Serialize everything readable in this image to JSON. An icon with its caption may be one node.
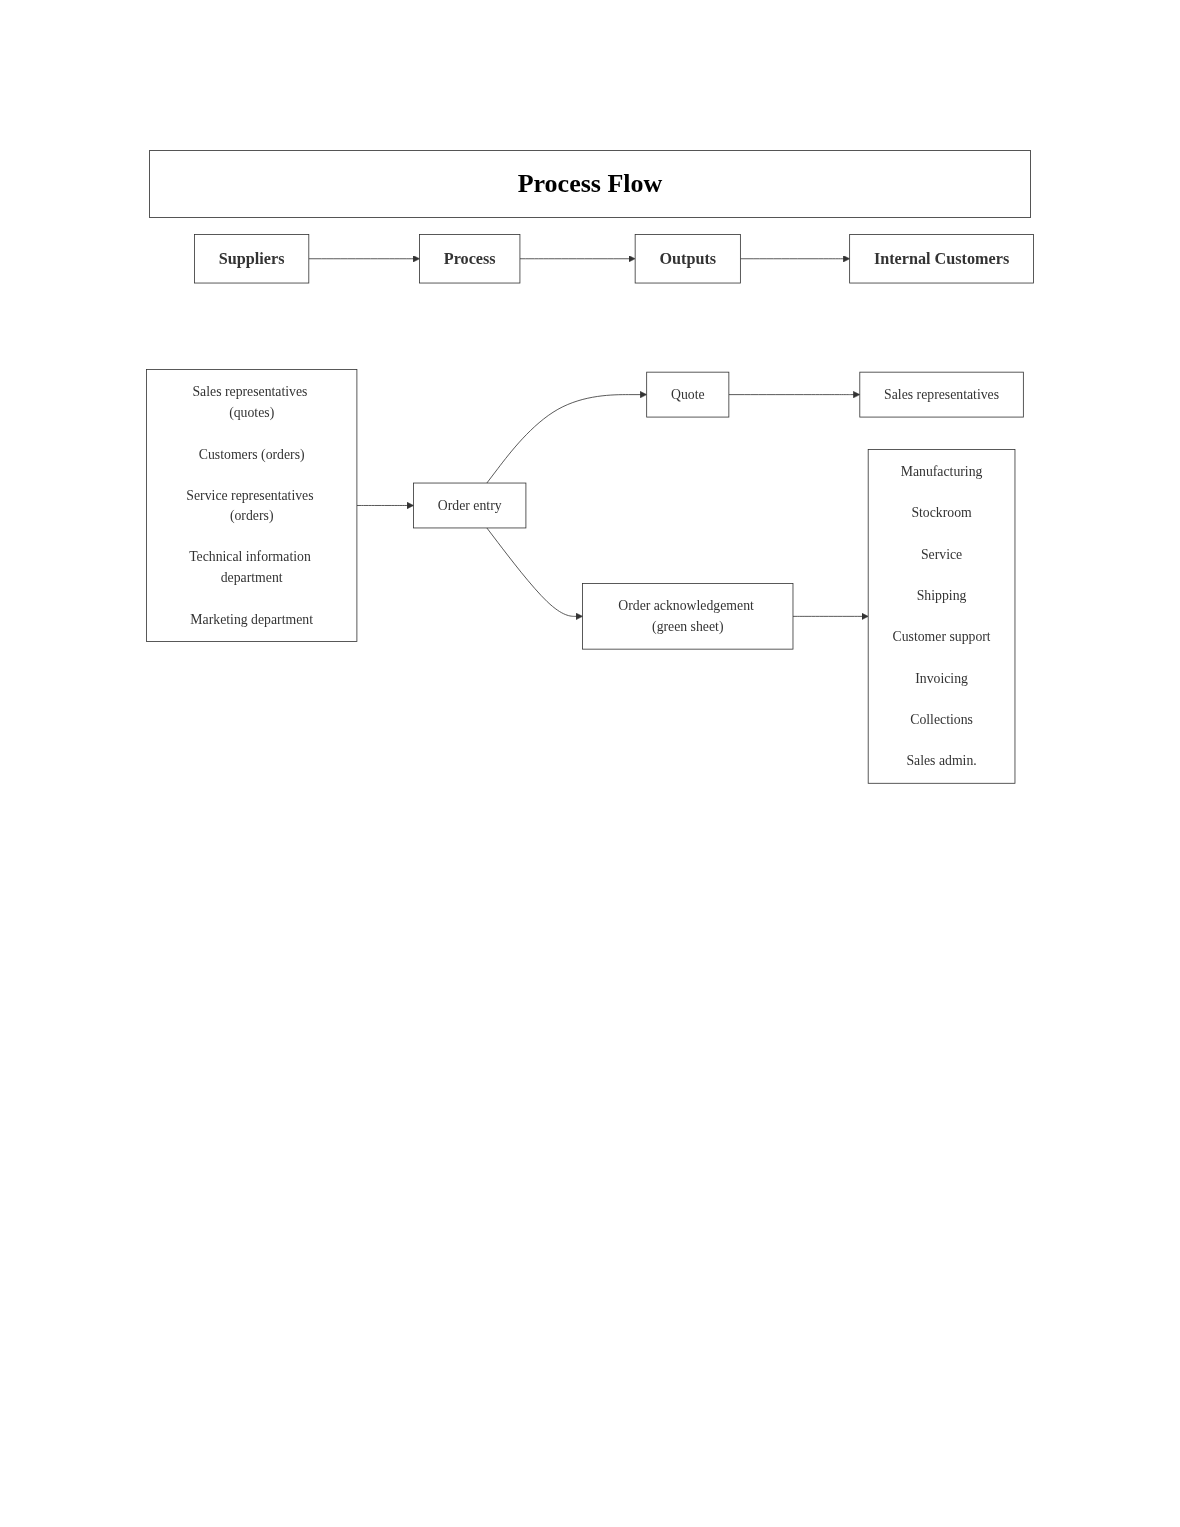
{
  "diagram": {
    "title": "Process Flow",
    "nodes": [
      {
        "text": [
          "Suppliers"
        ]
      },
      {
        "text": [
          "Sales representatives (quotes)",
          "Customers (orders)",
          "Service representatives (orders)",
          "Technical information department",
          "Marketing department"
        ]
      },
      {
        "text": [
          "Process"
        ]
      },
      {
        "text": [
          "Order entry"
        ]
      },
      {
        "text": [
          "Outputs"
        ]
      },
      {
        "text": [
          "Quote"
        ]
      },
      {
        "text": [
          "Order acknowledgement (green sheet)"
        ]
      },
      {
        "text": [
          "Internal Customers"
        ]
      },
      {
        "text": [
          "Sales representatives"
        ]
      },
      {
        "text": [
          "Manufacturing",
          "Stockroom",
          "Service",
          "Shipping",
          "Customer support",
          "Invoicing",
          "Collections",
          "Sales admin."
        ]
      }
    ],
    "edges": [
      {
        "from": 0,
        "to": 2,
        "arrow": "to"
      },
      {
        "from": 2,
        "to": 4,
        "arrow": "to"
      },
      {
        "from": 4,
        "to": 7,
        "arrow": "to"
      },
      {
        "from": 1,
        "to": 3,
        "arrow": "to"
      },
      {
        "from": 3,
        "to": 5,
        "arrow": "to"
      },
      {
        "from": 3,
        "to": 6,
        "arrow": "to"
      },
      {
        "from": 5,
        "to": 8,
        "arrow": "to"
      },
      {
        "from": 6,
        "to": 9,
        "arrow": "to"
      }
    ]
  }
}
